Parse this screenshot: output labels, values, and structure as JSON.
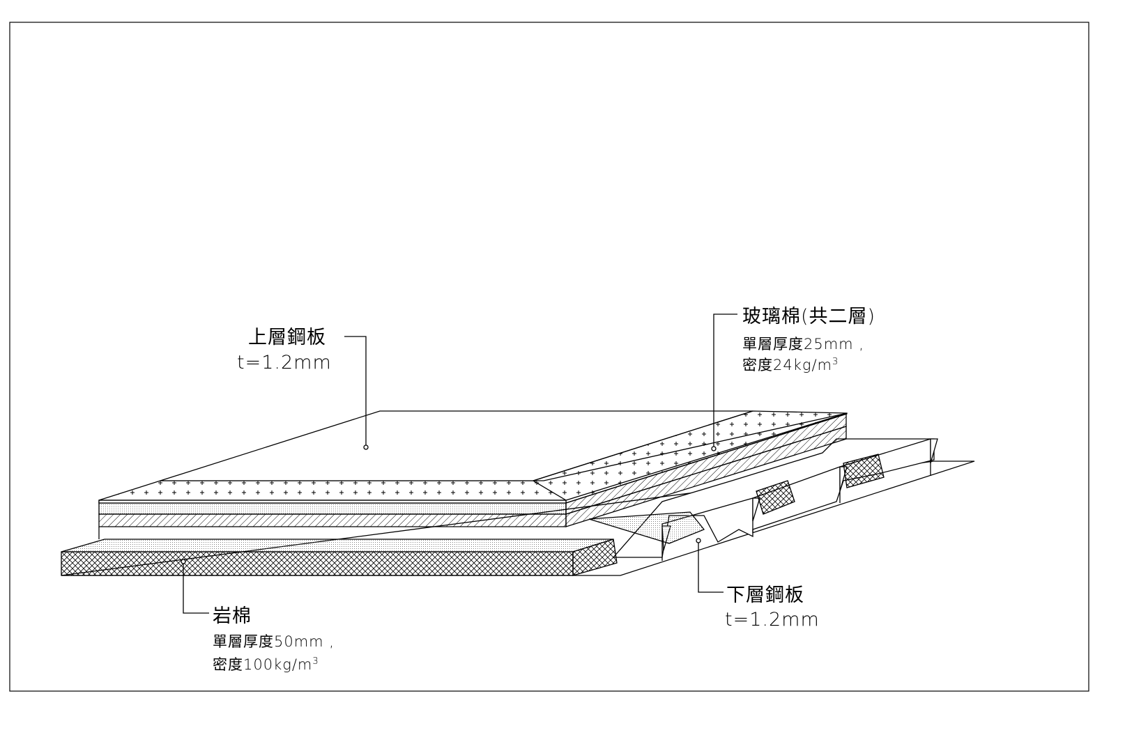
{
  "labels": {
    "top_plate": {
      "title": "上層鋼板",
      "spec": "t=1.2mm"
    },
    "glass_wool": {
      "title": "玻璃棉(共二層)",
      "thickness": "單層厚度25mm ,",
      "density_prefix": "密度24kg/m",
      "density_exp": "3"
    },
    "rock_wool": {
      "title": "岩棉",
      "thickness": "單層厚度50mm ,",
      "density_prefix": "密度100kg/m",
      "density_exp": "3"
    },
    "bottom_plate": {
      "title": "下層鋼板",
      "spec": "t=1.2mm"
    }
  }
}
